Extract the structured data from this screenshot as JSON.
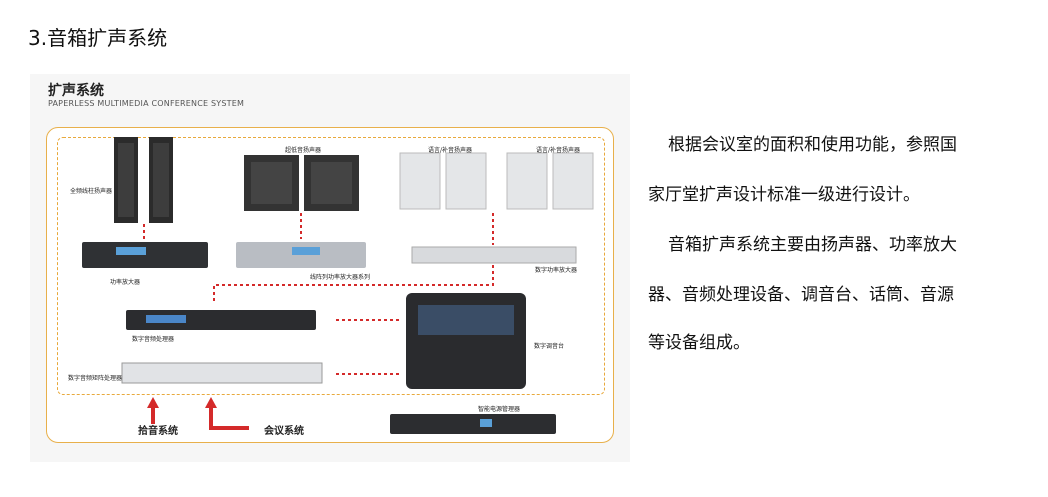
{
  "page": {
    "heading": "3.音箱扩声系统"
  },
  "diagram": {
    "title": "扩声系统",
    "subtitle": "PAPERLESS MULTIMEDIA CONFERENCE SYSTEM",
    "labels": {
      "column_speaker": "全频线柱扬声器",
      "sub_speaker": "超低音扬声器",
      "main_speaker": "语言/补音扬声器",
      "aux_speaker": "语言/补音扬声器",
      "power_amp": "功率放大器",
      "line_array_amp": "线阵列功率放大器系列",
      "digital_amp": "数字功率放大器",
      "audio_processor": "数字音频处理器",
      "digital_mixer": "数字调音台",
      "feedback_suppressor": "数字音频矩阵处理器",
      "power_manager": "智能电源管理器",
      "pickup_system": "拾音系统",
      "conference_system": "会议系统"
    }
  },
  "text": {
    "p1_line1": "根据会议室的面积和使用功能，参照国",
    "p1_line2": "家厅堂扩声设计标准一级进行设计。",
    "p2_line1": "音箱扩声系统主要由扬声器、功率放大",
    "p2_line2": "器、音频处理设备、调音台、话筒、音源",
    "p2_line3": "等设备组成。"
  },
  "colors": {
    "accent_line": "#e8a93c",
    "connector": "#d42a2a",
    "device_dark": "#2b2b2b",
    "device_silver": "#c9ccd0"
  }
}
